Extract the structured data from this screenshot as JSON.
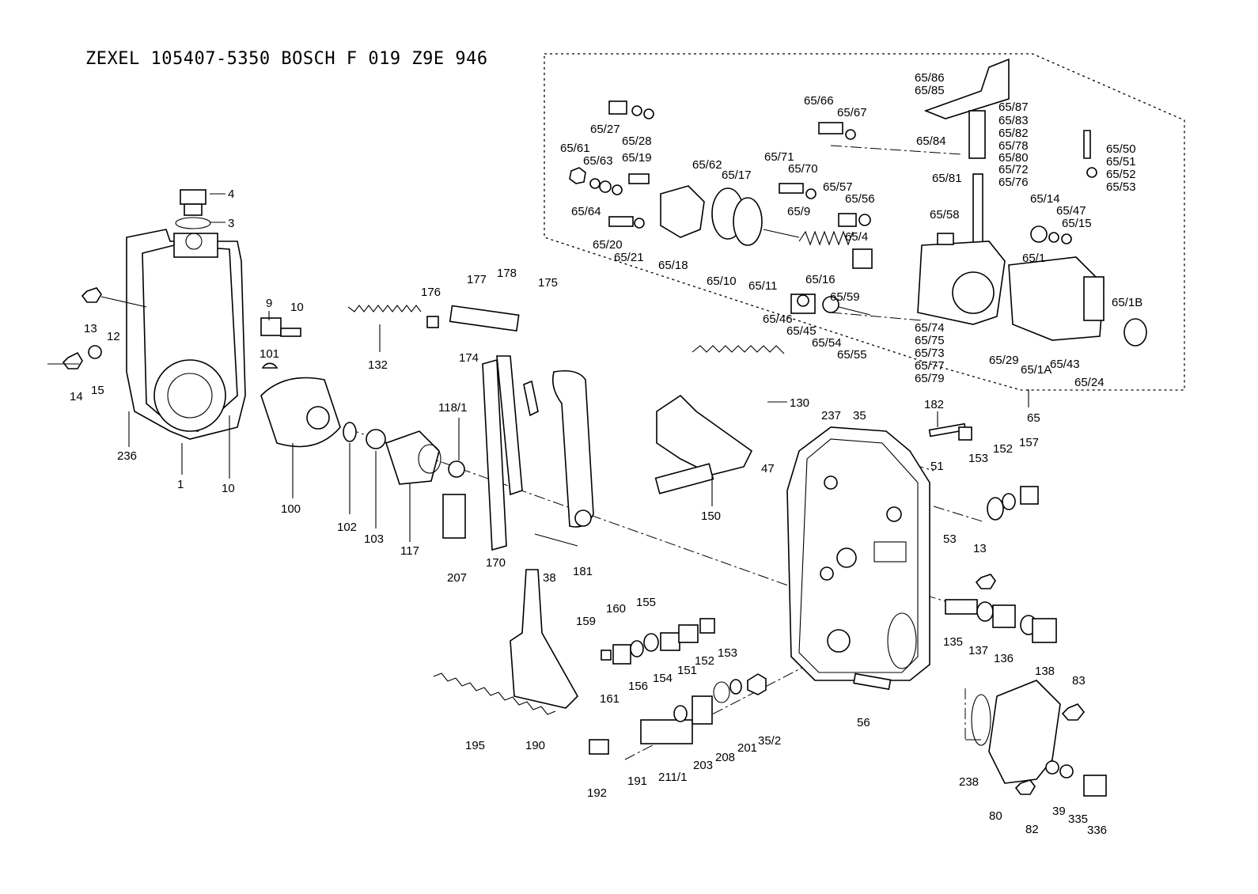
{
  "header": {
    "title": "ZEXEL   105407-5350   BOSCH   F 019 Z9E 946"
  },
  "labels": {
    "p4": "4",
    "p3": "3",
    "p9": "9",
    "p10a": "10",
    "p10b": "10",
    "p101": "101",
    "p13a": "13",
    "p12": "12",
    "p14": "14",
    "p15": "15",
    "p236": "236",
    "p1": "1",
    "p100": "100",
    "p102": "102",
    "p103": "103",
    "p117": "117",
    "p118_1": "118/1",
    "p132": "132",
    "p176": "176",
    "p177": "177",
    "p178": "178",
    "p175": "175",
    "p174": "174",
    "p170": "170",
    "p207": "207",
    "p38": "38",
    "p181": "181",
    "p130": "130",
    "p150": "150",
    "p47": "47",
    "p237": "237",
    "p35": "35",
    "p182": "182",
    "p51": "51",
    "p153a": "153",
    "p152a": "152",
    "p157": "157",
    "p53": "53",
    "p13b": "13",
    "p135": "135",
    "p137": "137",
    "p136": "136",
    "p138": "138",
    "p56": "56",
    "p83": "83",
    "p238": "238",
    "p80": "80",
    "p82": "82",
    "p39": "39",
    "p335": "335",
    "p336": "336",
    "p159": "159",
    "p160": "160",
    "p155": "155",
    "p161": "161",
    "p156": "156",
    "p154": "154",
    "p151": "151",
    "p152b": "152",
    "p153b": "153",
    "p195": "195",
    "p190": "190",
    "p192": "192",
    "p191": "191",
    "p211_1": "211/1",
    "p203": "203",
    "p208": "208",
    "p201": "201",
    "p35_2": "35/2",
    "p65": "65",
    "p65_27": "65/27",
    "p65_28": "65/28",
    "p65_61": "65/61",
    "p65_63": "65/63",
    "p65_19": "65/19",
    "p65_64": "65/64",
    "p65_20": "65/20",
    "p65_21": "65/21",
    "p65_18": "65/18",
    "p65_62": "65/62",
    "p65_17": "65/17",
    "p65_10": "65/10",
    "p65_11": "65/11",
    "p65_66": "65/66",
    "p65_67": "65/67",
    "p65_71": "65/71",
    "p65_70": "65/70",
    "p65_9": "65/9",
    "p65_57": "65/57",
    "p65_56": "65/56",
    "p65_4": "65/4",
    "p65_16": "65/16",
    "p65_59": "65/59",
    "p65_46": "65/46",
    "p65_45": "65/45",
    "p65_54": "65/54",
    "p65_55": "65/55",
    "p65_86": "65/86",
    "p65_85": "65/85",
    "p65_87": "65/87",
    "p65_83": "65/83",
    "p65_82": "65/82",
    "p65_78": "65/78",
    "p65_80": "65/80",
    "p65_72": "65/72",
    "p65_84": "65/84",
    "p65_81": "65/81",
    "p65_76": "65/76",
    "p65_58": "65/58",
    "p65_14": "65/14",
    "p65_47": "65/47",
    "p65_15": "65/15",
    "p65_1": "65/1",
    "p65_1B": "65/1B",
    "p65_74": "65/74",
    "p65_75": "65/75",
    "p65_73": "65/73",
    "p65_77": "65/77",
    "p65_79": "65/79",
    "p65_29": "65/29",
    "p65_1A": "65/1A",
    "p65_43": "65/43",
    "p65_24": "65/24",
    "p65_50": "65/50",
    "p65_51": "65/51",
    "p65_52": "65/52",
    "p65_53": "65/53"
  }
}
